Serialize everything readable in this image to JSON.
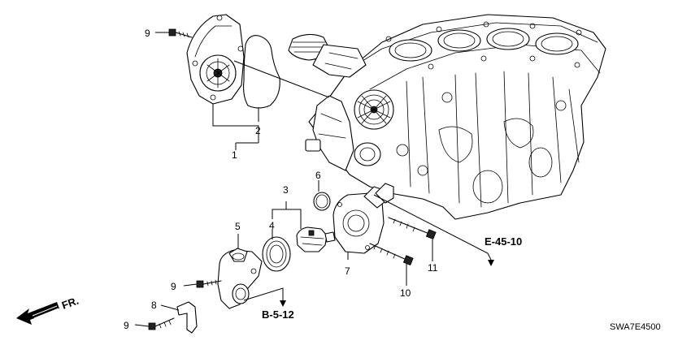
{
  "callouts": {
    "c1": "1",
    "c2": "2",
    "c3": "3",
    "c4": "4",
    "c5": "5",
    "c6": "6",
    "c7": "7",
    "c8": "8",
    "c9a": "9",
    "c9b": "9",
    "c9c": "9",
    "c10": "10",
    "c11": "11"
  },
  "references": {
    "e4510": "E-45-10",
    "b512": "B-5-12"
  },
  "front_label": "FR.",
  "diagram_code": "SWA7E4500"
}
